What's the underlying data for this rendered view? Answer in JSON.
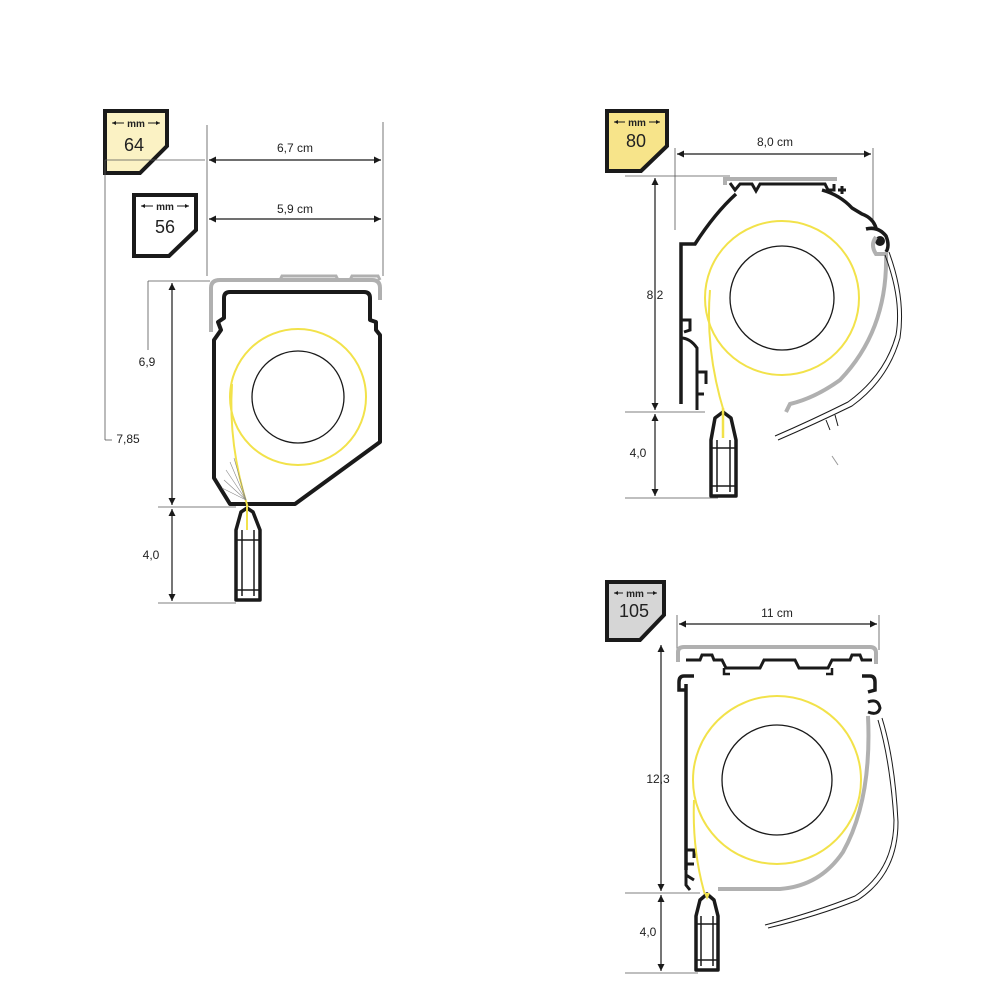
{
  "colors": {
    "line": "#1a1a1a",
    "cap": "#b0b0b0",
    "yellow": "#f2e24a",
    "badge_yellow_pale": "#fbf2c4",
    "badge_yellow": "#f7e48a",
    "badge_gray": "#d6d6d6",
    "badge_white": "#ffffff"
  },
  "diagrams": [
    {
      "badges": [
        {
          "unit": "mm",
          "value": "64"
        },
        {
          "unit": "mm",
          "value": "56"
        }
      ],
      "dimensions": {
        "width_outer": "6,7 cm",
        "width_inner": "5,9 cm",
        "height_box": "6,9",
        "height_total": "7,85",
        "height_slat": "4,0"
      }
    },
    {
      "badges": [
        {
          "unit": "mm",
          "value": "80"
        }
      ],
      "dimensions": {
        "width": "8,0 cm",
        "height_box": "8,2",
        "height_slat": "4,0"
      }
    },
    {
      "badges": [
        {
          "unit": "mm",
          "value": "105"
        }
      ],
      "dimensions": {
        "width": "11 cm",
        "height_box": "12,3",
        "height_slat": "4,0"
      }
    }
  ]
}
